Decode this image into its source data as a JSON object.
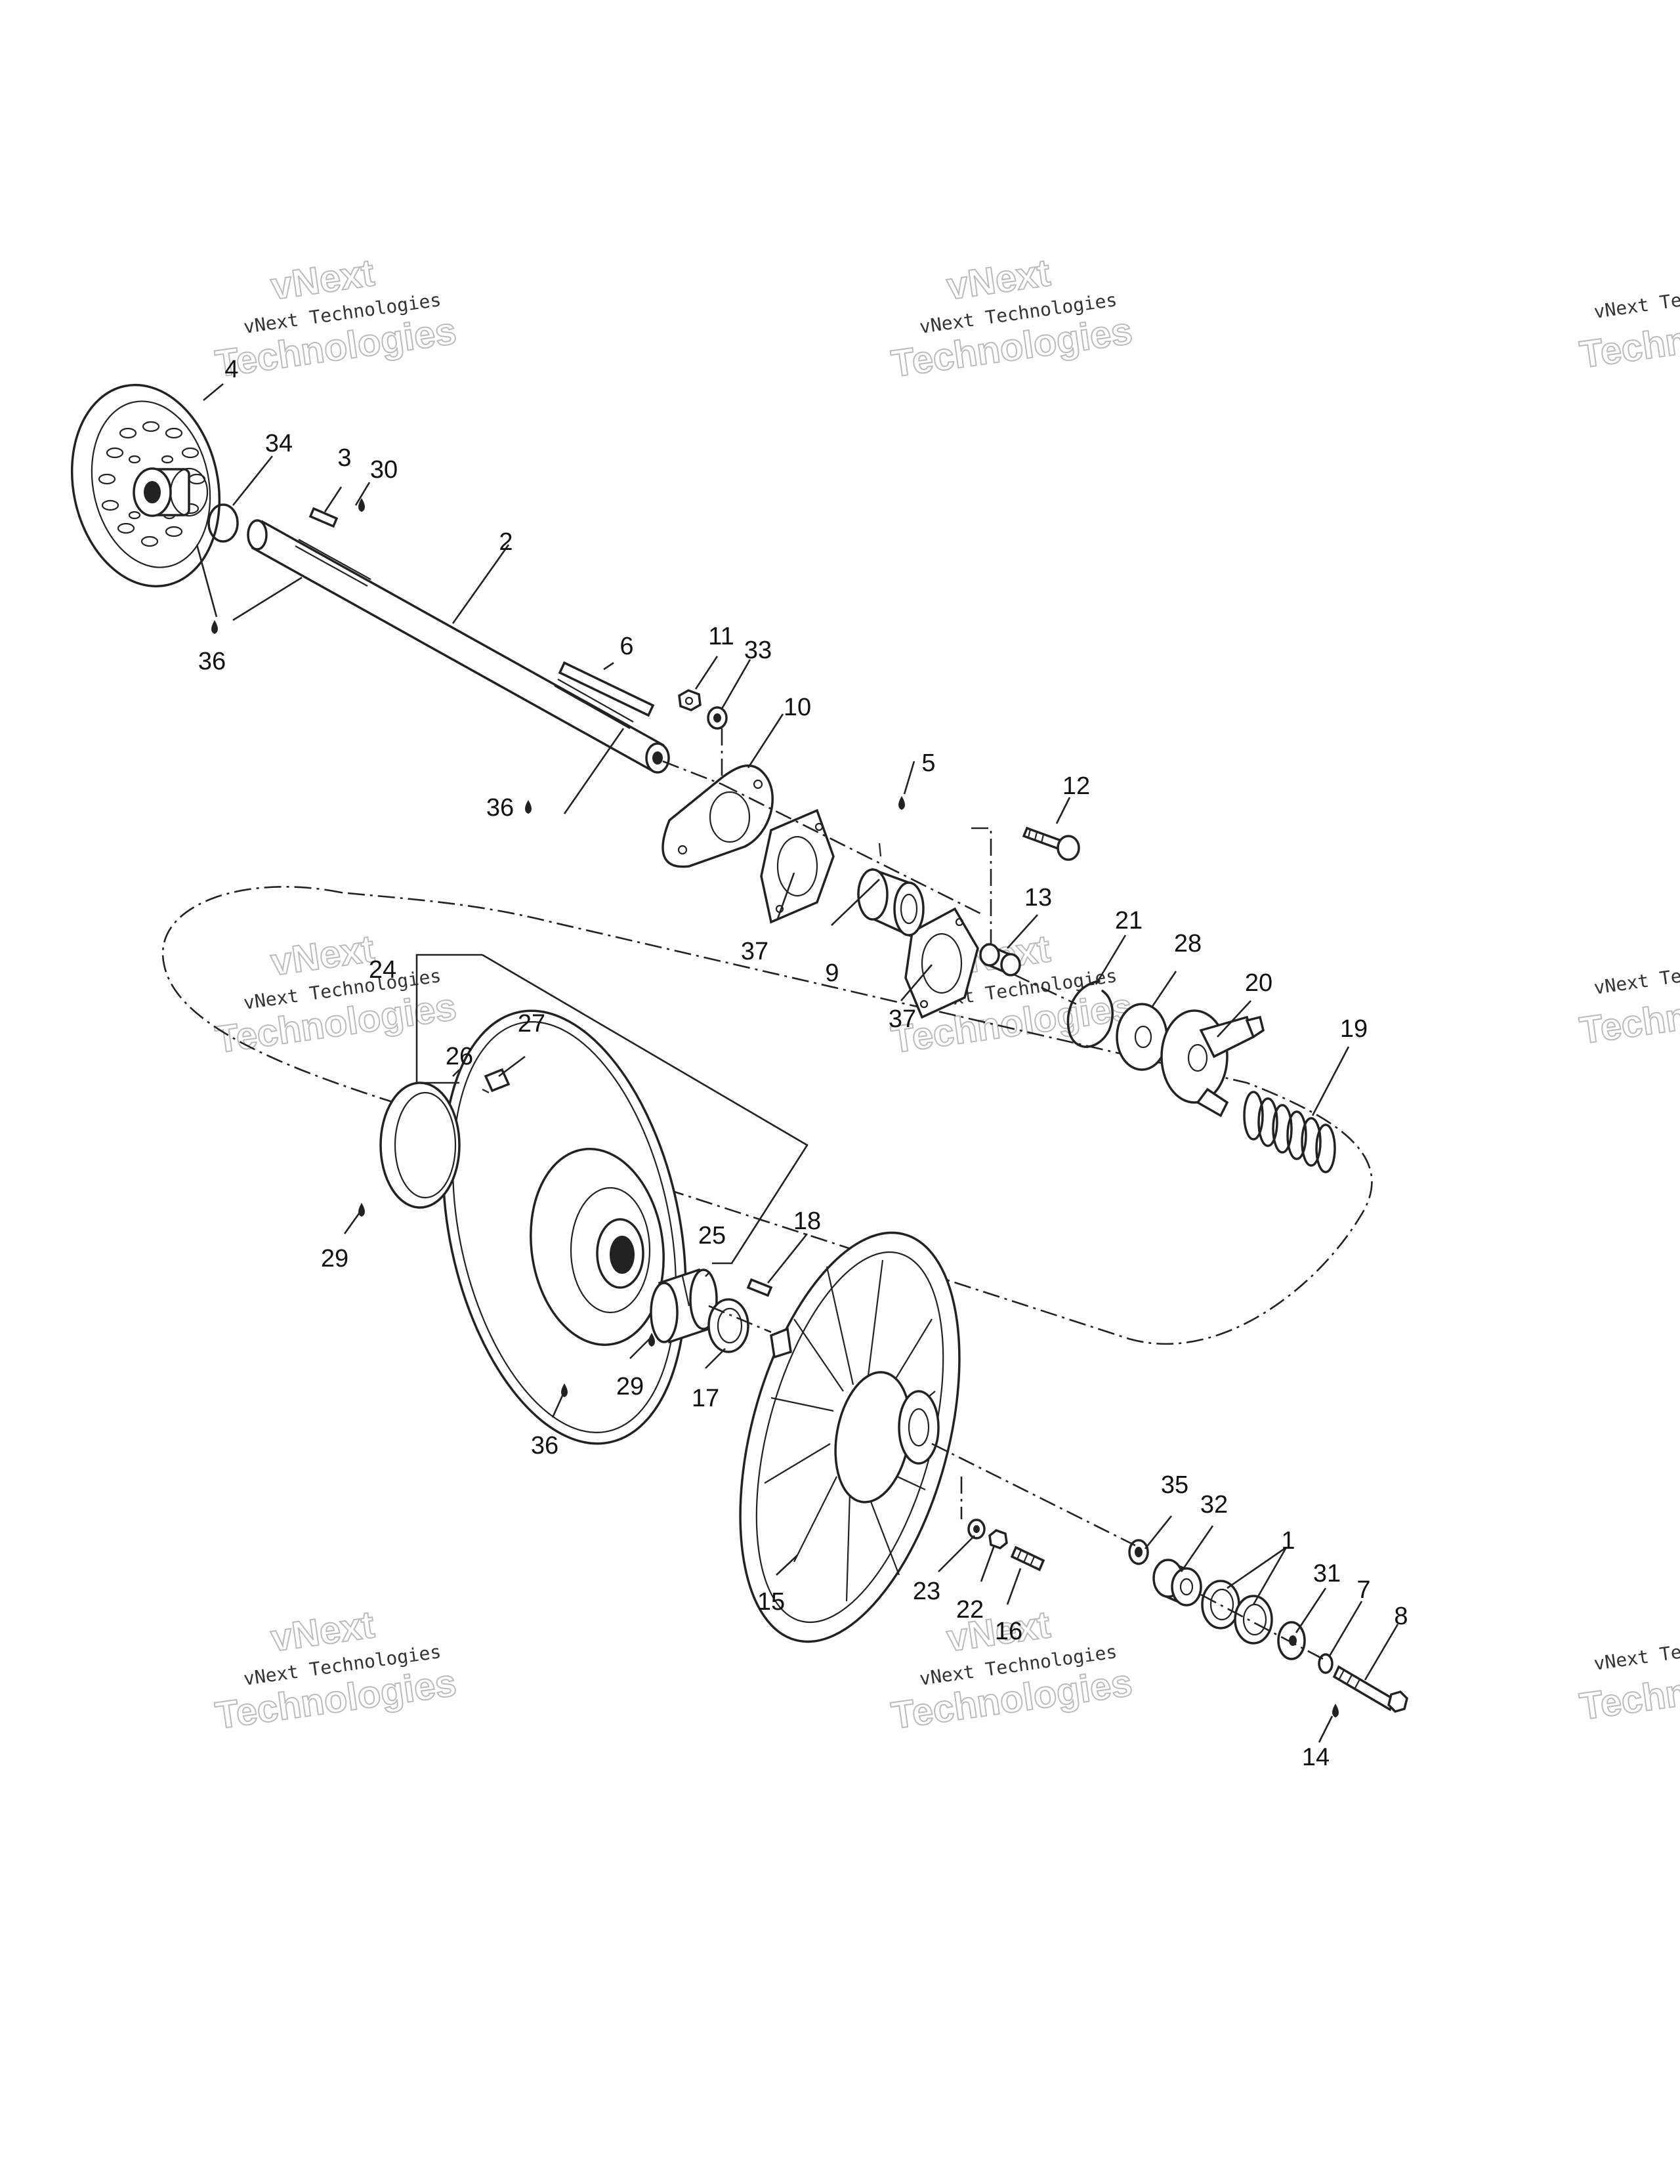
{
  "watermark": {
    "text_small": "vNext Technologies",
    "text_big_1": "vNext",
    "text_big_2": "Technologies",
    "text_small_clipped": "vNext Te",
    "text_big_clipped": "Techn"
  },
  "callouts": {
    "c1": "1",
    "c2": "2",
    "c3": "3",
    "c4": "4",
    "c5": "5",
    "c6": "6",
    "c7": "7",
    "c8": "8",
    "c9": "9",
    "c10": "10",
    "c11": "11",
    "c12": "12",
    "c13": "13",
    "c14": "14",
    "c15": "15",
    "c16": "16",
    "c17": "17",
    "c18": "18",
    "c19": "19",
    "c20": "20",
    "c21": "21",
    "c22": "22",
    "c23": "23",
    "c24": "24",
    "c25": "25",
    "c26": "26",
    "c27": "27",
    "c28": "28",
    "c29a": "29",
    "c29b": "29",
    "c30": "30",
    "c31": "31",
    "c32": "32",
    "c33": "33",
    "c34": "34",
    "c35": "35",
    "c36a": "36",
    "c36b": "36",
    "c36c": "36",
    "c37a": "37",
    "c37b": "37"
  }
}
